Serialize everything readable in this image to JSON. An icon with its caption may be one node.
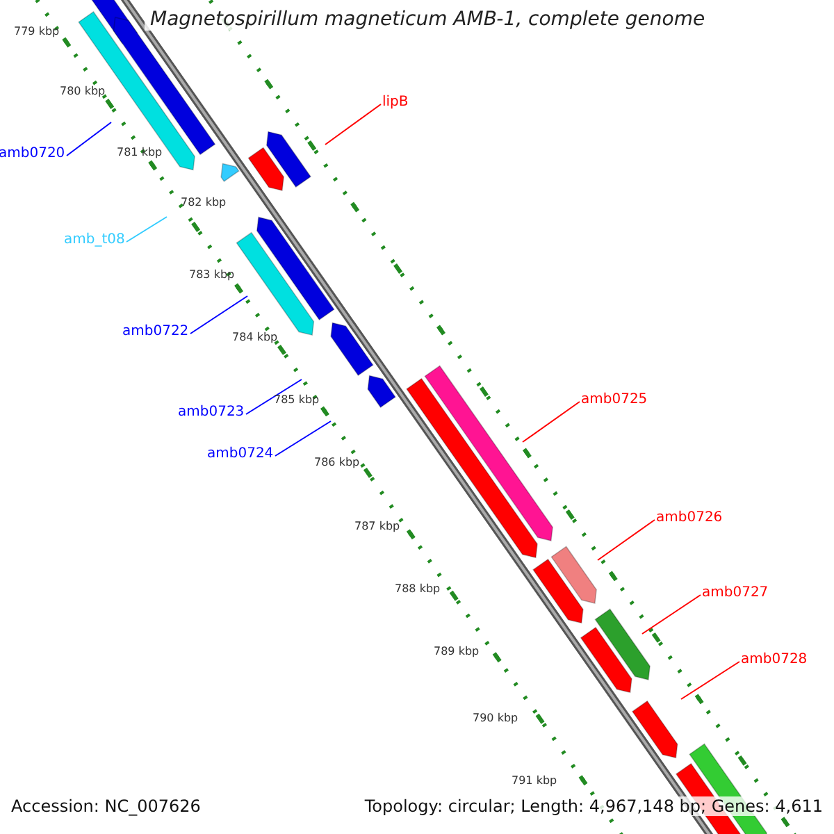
{
  "diagram": {
    "title": "Magnetospirillum magneticum AMB-1, complete genome",
    "nodes": [
      {
        "text": [
          "lipB"
        ]
      },
      {
        "text": [
          "amb0720"
        ]
      },
      {
        "text": [
          "amb_t08"
        ]
      },
      {
        "text": [
          "amb0722"
        ]
      },
      {
        "text": [
          "amb0723"
        ]
      },
      {
        "text": [
          "amb0724"
        ]
      },
      {
        "text": [
          "amb0725"
        ]
      },
      {
        "text": [
          "amb0726"
        ]
      },
      {
        "text": [
          "amb0727"
        ]
      },
      {
        "text": [
          "amb0728"
        ]
      }
    ],
    "edges": [
      {
        "from": 0,
        "to": null,
        "arrow": "none"
      },
      {
        "from": 1,
        "to": null,
        "arrow": "none",
        "color": "#0000ff"
      },
      {
        "from": 2,
        "to": null,
        "arrow": "none",
        "color": "#33ccff"
      },
      {
        "from": 3,
        "to": null,
        "arrow": "none",
        "color": "#0000ff"
      },
      {
        "from": 4,
        "to": null,
        "arrow": "none",
        "color": "#0000ff"
      },
      {
        "from": 5,
        "to": null,
        "arrow": "none",
        "color": "#0000ff"
      },
      {
        "from": 6,
        "to": null,
        "arrow": "none"
      },
      {
        "from": 7,
        "to": null,
        "arrow": "none"
      },
      {
        "from": 8,
        "to": null,
        "arrow": "none"
      },
      {
        "from": 9,
        "to": null,
        "arrow": "none"
      }
    ],
    "labels": [
      "779 kbp",
      "780 kbp",
      "781 kbp",
      "782 kbp",
      "783 kbp",
      "784 kbp",
      "785 kbp",
      "786 kbp",
      "787 kbp",
      "788 kbp",
      "789 kbp",
      "790 kbp",
      "791 kbp",
      "Accession: NC_007626",
      "Topology: circular; Length: 4,967,148 bp; Genes: 4,611"
    ]
  }
}
